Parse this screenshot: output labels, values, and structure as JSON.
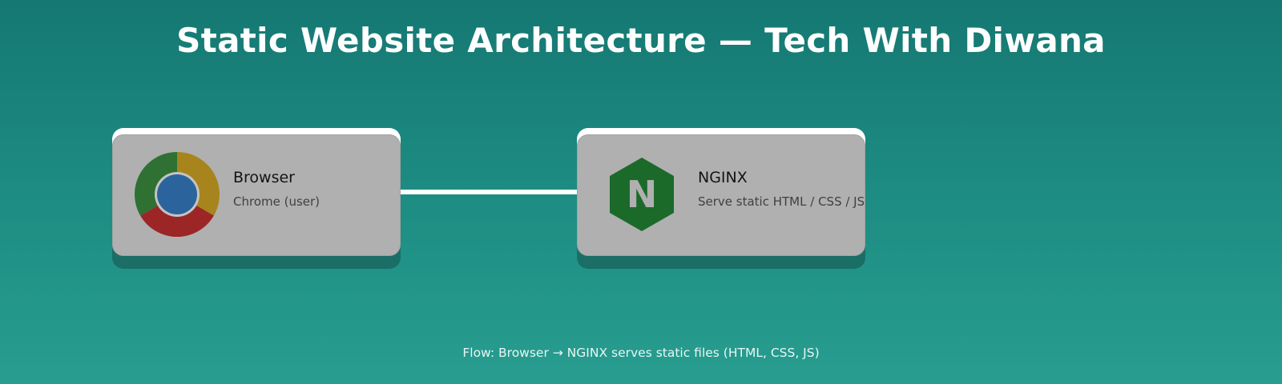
{
  "title": "Static Website Architecture — Tech With Diwana",
  "nodes": [
    {
      "label": "Browser",
      "subtitle": "Chrome (user)",
      "icon": "chrome-icon"
    },
    {
      "label": "NGINX",
      "subtitle": "Serve static HTML / CSS / JS",
      "icon": "nginx-hexagon-icon",
      "icon_letter": "N"
    }
  ],
  "footer": "Flow: Browser → NGINX serves static files (HTML, CSS, JS)",
  "colors": {
    "background_top": "#157872",
    "background_bottom": "#289d90",
    "card_fill": "#b0b0b0",
    "card_shadow": "#1a6e66",
    "connector": "#ffffff",
    "chrome_green": "#2e7132",
    "chrome_yellow": "#a8841d",
    "chrome_red": "#9c2626",
    "chrome_blue": "#2b649d",
    "nginx_green": "#1b6a2a"
  }
}
